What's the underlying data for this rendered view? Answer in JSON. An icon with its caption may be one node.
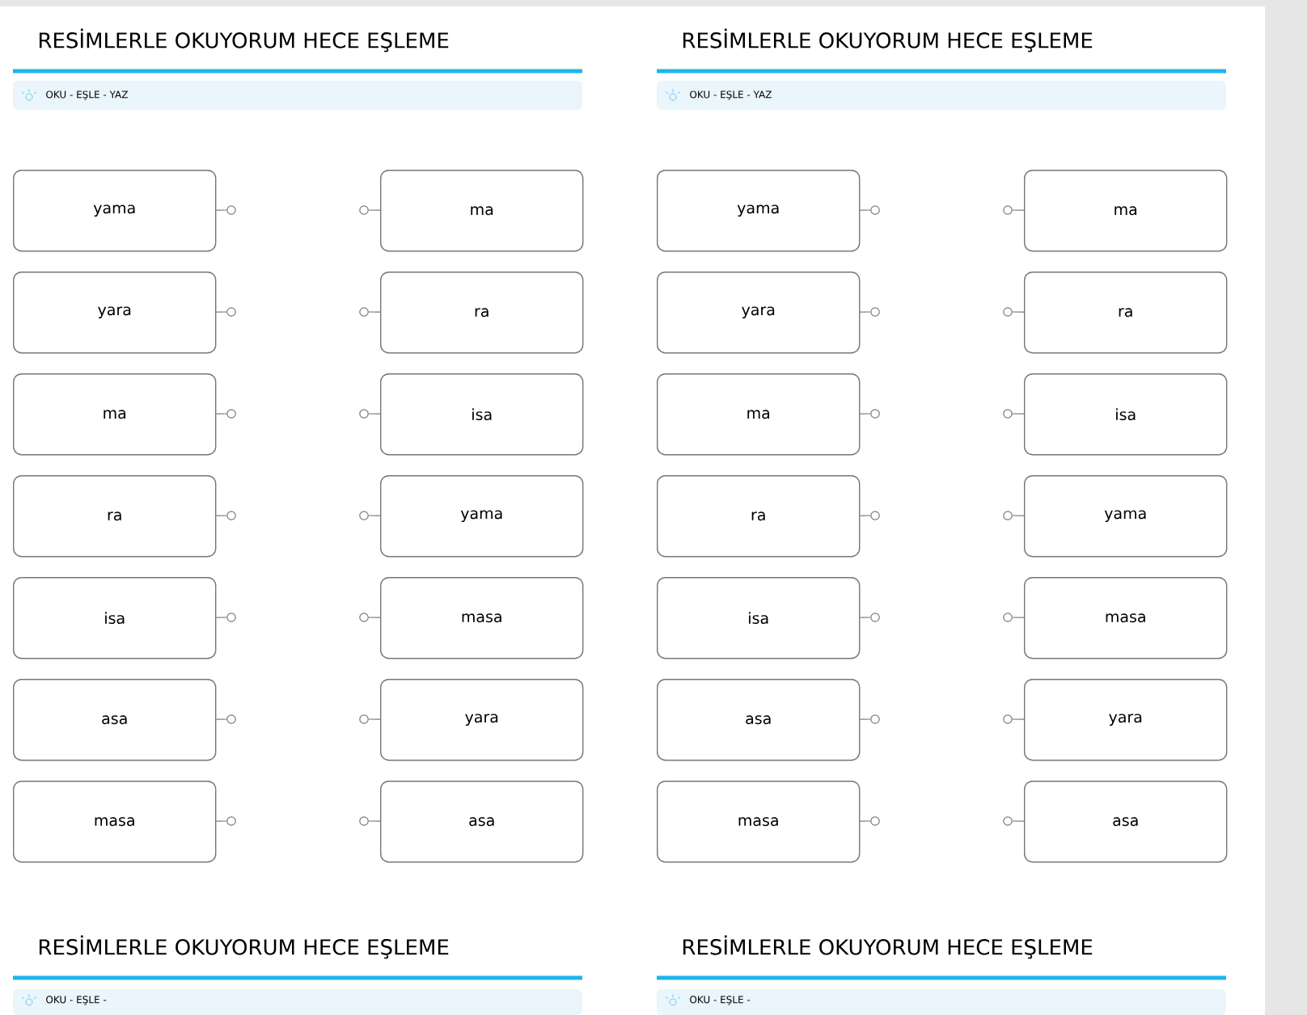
{
  "diagram": {
    "nodes": [
      {
        "text": [
          "yama"
        ]
      },
      {
        "text": [
          "ma"
        ]
      },
      {
        "text": [
          "yara"
        ]
      },
      {
        "text": [
          "ra"
        ]
      },
      {
        "text": [
          "ma"
        ]
      },
      {
        "text": [
          "isa"
        ]
      },
      {
        "text": [
          "ra"
        ]
      },
      {
        "text": [
          "yama"
        ]
      },
      {
        "text": [
          "isa"
        ]
      },
      {
        "text": [
          "masa"
        ]
      },
      {
        "text": [
          "asa"
        ]
      },
      {
        "text": [
          "yara"
        ]
      },
      {
        "text": [
          "masa"
        ]
      },
      {
        "text": [
          "asa"
        ]
      },
      {
        "text": [
          "yama"
        ]
      },
      {
        "text": [
          "ma"
        ]
      },
      {
        "text": [
          "yara"
        ]
      },
      {
        "text": [
          "ra"
        ]
      },
      {
        "text": [
          "ma"
        ]
      },
      {
        "text": [
          "isa"
        ]
      },
      {
        "text": [
          "ra"
        ]
      },
      {
        "text": [
          "yama"
        ]
      },
      {
        "text": [
          "isa"
        ]
      },
      {
        "text": [
          "masa"
        ]
      },
      {
        "text": [
          "asa"
        ]
      },
      {
        "text": [
          "yara"
        ]
      },
      {
        "text": [
          "masa"
        ]
      },
      {
        "text": [
          "asa"
        ]
      },
      {
        "text": [],
        "shape": "circle"
      },
      {
        "text": [],
        "shape": "circle"
      },
      {
        "text": [],
        "shape": "circle"
      },
      {
        "text": [],
        "shape": "circle"
      },
      {
        "text": [],
        "shape": "circle"
      },
      {
        "text": [],
        "shape": "circle"
      },
      {
        "text": [],
        "shape": "circle"
      },
      {
        "text": [],
        "shape": "circle"
      },
      {
        "text": [],
        "shape": "circle"
      },
      {
        "text": [],
        "shape": "circle"
      },
      {
        "text": [],
        "shape": "circle"
      },
      {
        "text": [],
        "shape": "circle"
      },
      {
        "text": [],
        "shape": "circle"
      },
      {
        "text": [],
        "shape": "circle"
      },
      {
        "text": [],
        "shape": "circle"
      },
      {
        "text": [],
        "shape": "circle"
      },
      {
        "text": [],
        "shape": "circle"
      },
      {
        "text": [],
        "shape": "circle"
      },
      {
        "text": [],
        "shape": "circle"
      },
      {
        "text": [],
        "shape": "circle"
      },
      {
        "text": [],
        "shape": "circle"
      },
      {
        "text": [],
        "shape": "circle"
      },
      {
        "text": [],
        "shape": "circle"
      },
      {
        "text": [],
        "shape": "circle"
      },
      {
        "text": [],
        "shape": "circle"
      },
      {
        "text": [],
        "shape": "circle"
      },
      {
        "text": [],
        "shape": "circle"
      },
      {
        "text": [],
        "shape": "circle"
      }
    ],
    "edges": [
      {
        "from": 0,
        "to": 28,
        "arrow": "none"
      },
      {
        "from": 1,
        "to": 29,
        "arrow": "none"
      },
      {
        "from": 2,
        "to": 30,
        "arrow": "none"
      },
      {
        "from": 3,
        "to": 31,
        "arrow": "none"
      },
      {
        "from": 4,
        "to": 32,
        "arrow": "none"
      },
      {
        "from": 5,
        "to": 33,
        "arrow": "none"
      },
      {
        "from": 6,
        "to": 34,
        "arrow": "none"
      },
      {
        "from": 7,
        "to": 35,
        "arrow": "none"
      },
      {
        "from": 8,
        "to": 36,
        "arrow": "none"
      },
      {
        "from": 9,
        "to": 37,
        "arrow": "none"
      },
      {
        "from": 10,
        "to": 38,
        "arrow": "none"
      },
      {
        "from": 11,
        "to": 39,
        "arrow": "none"
      },
      {
        "from": 12,
        "to": 40,
        "arrow": "none"
      },
      {
        "from": 13,
        "to": 41,
        "arrow": "none"
      },
      {
        "from": 14,
        "to": 42,
        "arrow": "none"
      },
      {
        "from": 15,
        "to": 43,
        "arrow": "none"
      },
      {
        "from": 16,
        "to": 44,
        "arrow": "none"
      },
      {
        "from": 17,
        "to": 45,
        "arrow": "none"
      },
      {
        "from": 18,
        "to": 46,
        "arrow": "none"
      },
      {
        "from": 19,
        "to": 47,
        "arrow": "none"
      },
      {
        "from": 20,
        "to": 48,
        "arrow": "none"
      },
      {
        "from": 21,
        "to": 49,
        "arrow": "none"
      },
      {
        "from": 22,
        "to": 50,
        "arrow": "none"
      },
      {
        "from": 23,
        "to": 51,
        "arrow": "none"
      },
      {
        "from": 24,
        "to": 52,
        "arrow": "none"
      },
      {
        "from": 25,
        "to": 53,
        "arrow": "none"
      },
      {
        "from": 26,
        "to": 54,
        "arrow": "none"
      },
      {
        "from": 27,
        "to": 55,
        "arrow": "none"
      }
    ],
    "labels": [
      "RESİMLERLE OKUYORUM HECE EŞLEME",
      "OKU - EŞLE - YAZ",
      "RESİMLERLE OKUYORUM HECE EŞLEME",
      "OKU - EŞLE - YAZ",
      "RESİMLERLE OKUYORUM HECE EŞLEME",
      "OKU - EŞLE -",
      "RESİMLERLE OKUYORUM HECE EŞLEME",
      "OKU - EŞLE -"
    ]
  }
}
